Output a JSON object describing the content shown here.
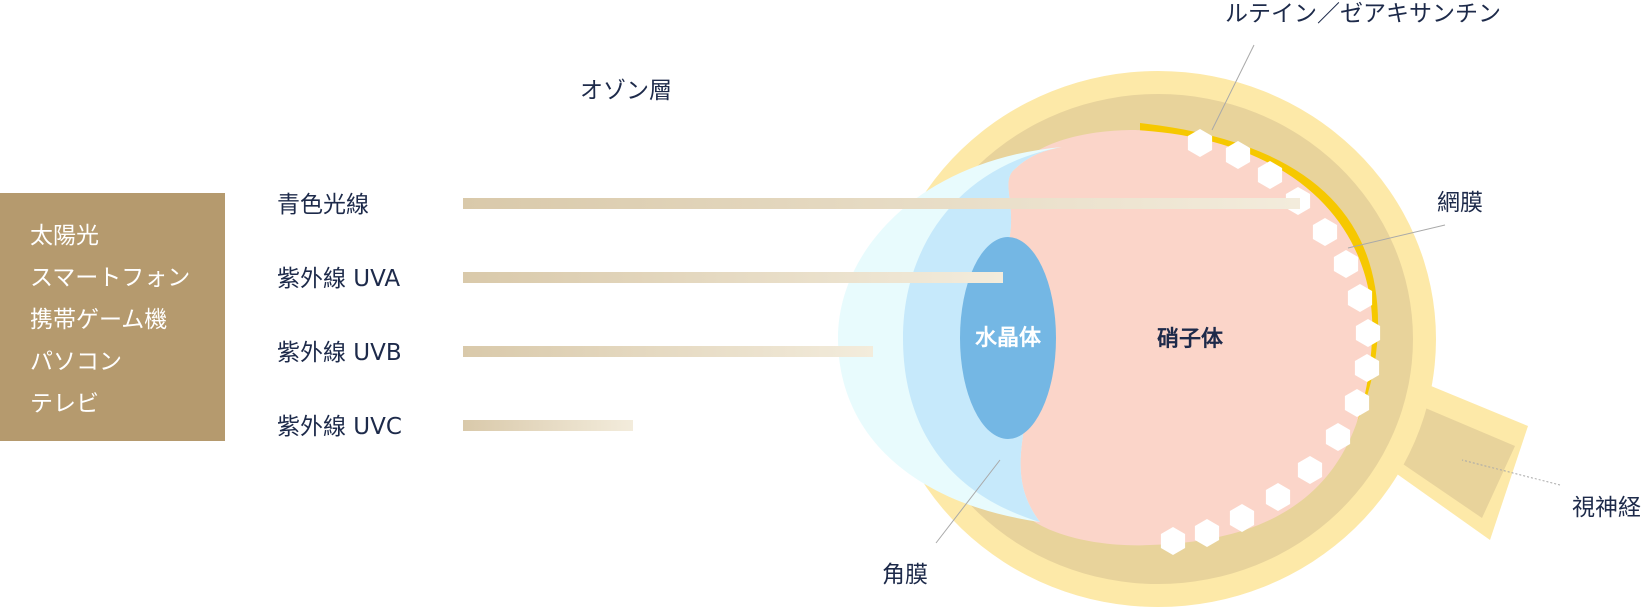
{
  "sources": {
    "items": [
      "太陽光",
      "スマートフォン",
      "携帯ゲーム機",
      "パソコン",
      "テレビ"
    ]
  },
  "lights": [
    {
      "label": "青色光線",
      "penetration": "網膜"
    },
    {
      "label": "紫外線 UVA",
      "penetration": "水晶体"
    },
    {
      "label": "紫外線 UVB",
      "penetration": "角膜"
    },
    {
      "label": "紫外線 UVC",
      "penetration": "オゾン層"
    }
  ],
  "labels": {
    "ozone": "オゾン層",
    "lutein": "ルテイン／ゼアキサンチン",
    "retina": "網膜",
    "lens": "水晶体",
    "vitreous": "硝子体",
    "optic_nerve": "視神経",
    "cornea": "角膜"
  },
  "colors": {
    "source_box": "#b59a6e",
    "source_text": "#ffffff",
    "label_text": "#1d2a4a",
    "outer_layer": "#fde9a8",
    "sclera": "#e8d39b",
    "macular_pigment": "#f6c800",
    "vitreous": "#fbd5c9",
    "cornea_outer": "#e8fbfd",
    "cornea_inner": "#c6e9fb",
    "lens": "#74b7e4",
    "ray_start": "#d9c9aa",
    "ray_end": "#f3ecdc"
  }
}
